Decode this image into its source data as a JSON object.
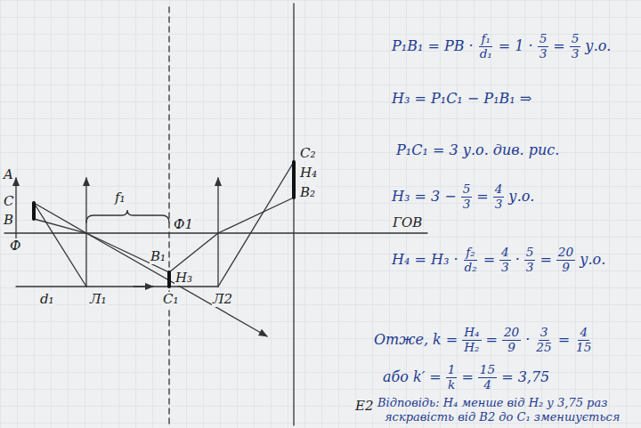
{
  "diagram": {
    "labels": [
      "A",
      "C",
      "B",
      "Ф",
      "f₁",
      "Ф1",
      "ГОВ",
      "B₁",
      "H₃",
      "d₁",
      "Л₁",
      "C₁",
      "Л2",
      "C₂",
      "H₄",
      "B₂",
      "P₁B₁ = PB ·",
      "f₁",
      "d₁",
      "= 1 ·",
      "5",
      "3",
      "=",
      "5",
      "3",
      "у.о.",
      "H₃ = P₁C₁ − P₁B₁ ⇒",
      "P₁C₁ = 3 у.о. див. рис.",
      "H₃ = 3 −",
      "5",
      "3",
      "=",
      "4",
      "3",
      "у.о.",
      "H₄ = H₃ ·",
      "f₂",
      "d₂",
      "=",
      "4",
      "3",
      "·",
      "5",
      "3",
      "=",
      "20",
      "9",
      "у.о.",
      "Отже,",
      "k =",
      "H₄",
      "H₂",
      "=",
      "20",
      "9",
      "·",
      "3",
      "25",
      "=",
      "4",
      "15",
      "або",
      "k′ =",
      "1",
      "k",
      "=",
      "15",
      "4",
      "= 3,75",
      "E2",
      "Відповідь: H₄ менше від H₂ у 3,75 раз",
      "яскравість від B2 до C₁ зменшується"
    ]
  }
}
